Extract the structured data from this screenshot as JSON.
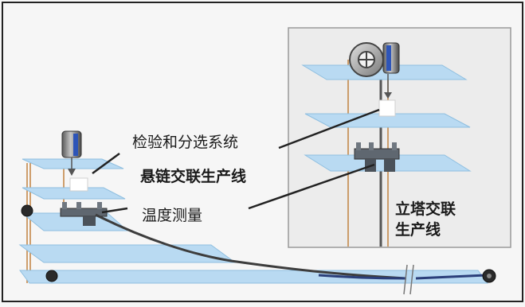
{
  "labels": {
    "inspection": "检验和分选系统",
    "catenary_line": "悬链交联生产线",
    "temperature": "温度测量",
    "tower_line_1": "立塔交联",
    "tower_line_2": "生产线"
  },
  "colors": {
    "platform_fill": "#b9daf2",
    "platform_edge": "#8fbfe0",
    "tower_panel": "#ececec",
    "cable": "#3d3d3d",
    "cable_blue": "#2b3f7a",
    "post": "#c0813f",
    "frame": "#222222"
  },
  "icons": {
    "tower_drum": "cable-drum-icon",
    "tower_camera": "camera-icon",
    "tower_clamp": "clamp-icon",
    "left_camera": "camera-icon",
    "left_clamp": "clamp-icon"
  }
}
